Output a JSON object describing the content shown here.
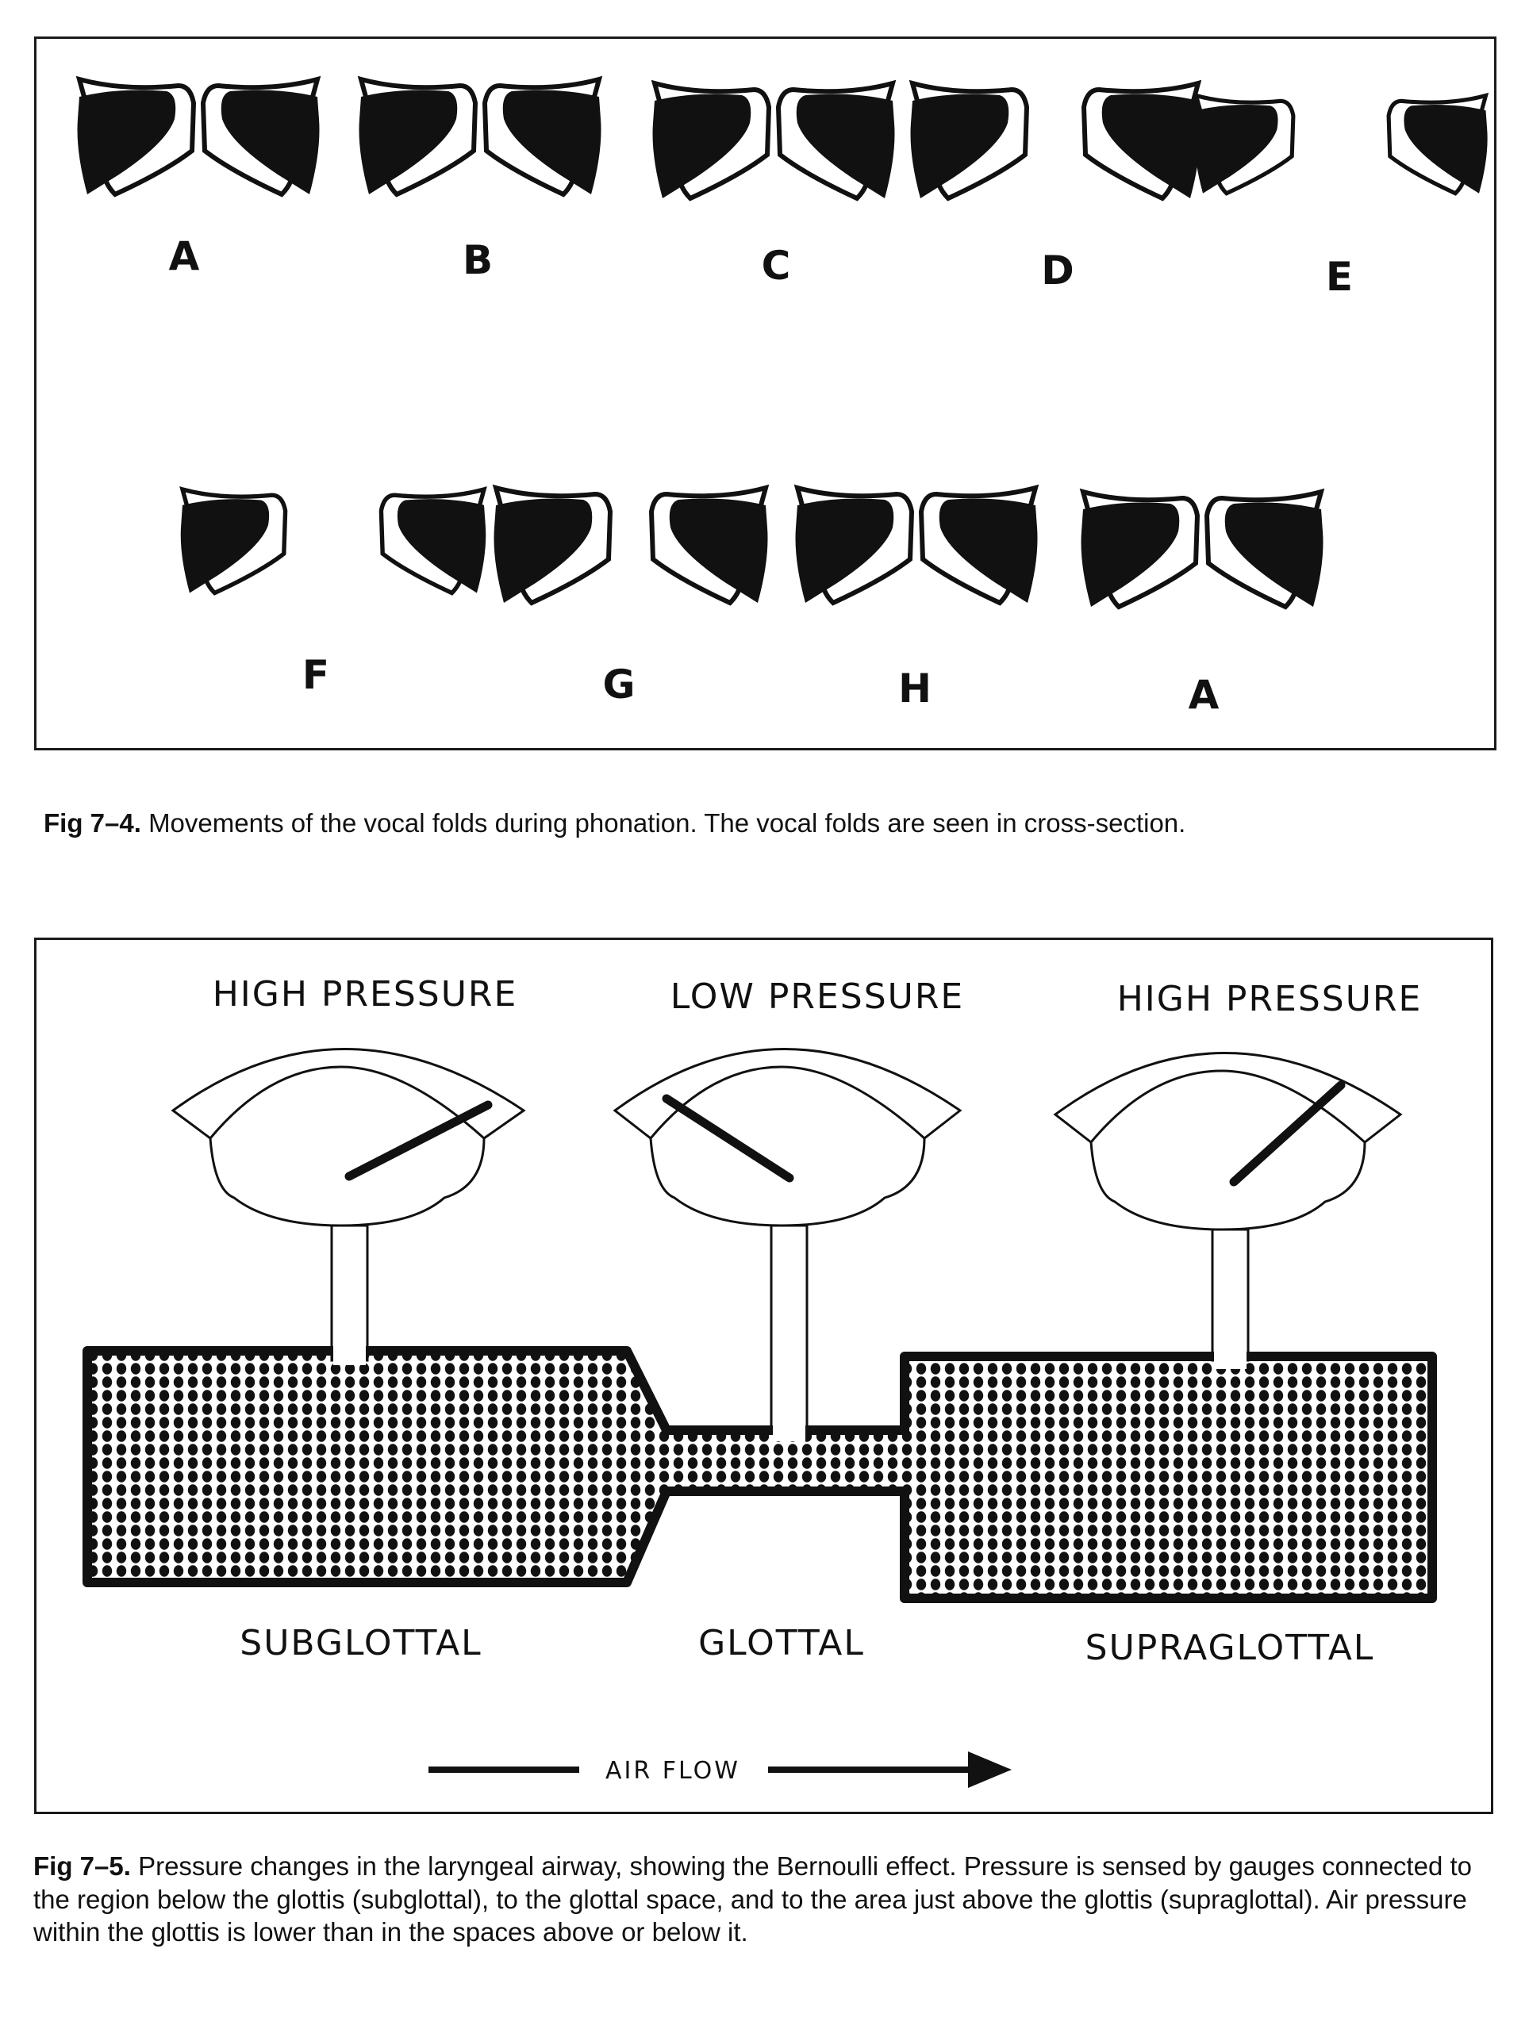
{
  "figure_7_4": {
    "phases_row1": [
      "A",
      "B",
      "C",
      "D",
      "E"
    ],
    "phases_row2": [
      "F",
      "G",
      "H",
      "A"
    ],
    "caption_label": "Fig 7–4.",
    "caption_text": "Movements of the vocal folds during phonation. The vocal folds are seen in cross-section."
  },
  "figure_7_5": {
    "gauges": [
      {
        "title": "HIGH PRESSURE",
        "reading": "high"
      },
      {
        "title": "LOW PRESSURE",
        "reading": "low"
      },
      {
        "title": "HIGH PRESSURE",
        "reading": "high"
      }
    ],
    "regions": [
      "SUBGLOTTAL",
      "GLOTTAL",
      "SUPRAGLOTTAL"
    ],
    "airflow_label": "AIR FLOW",
    "caption_label": "Fig 7–5.",
    "caption_text": "Pressure changes in the laryngeal airway, showing the Bernoulli effect. Pressure is sensed by gauges connected to the region below the glottis (subglottal), to the glottal space, and to the area just above the glottis (supraglottal). Air pressure within the glottis is lower than in the spaces above or below it."
  },
  "colors": {
    "ink": "#111111",
    "paper": "#ffffff"
  }
}
